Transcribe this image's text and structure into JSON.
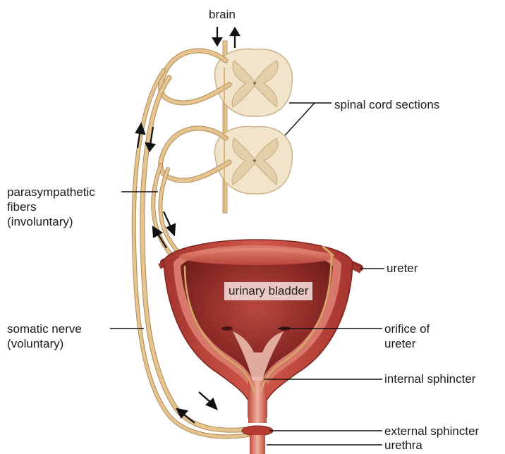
{
  "labels": {
    "brain": "brain",
    "spinal_cord_sections": "spinal cord sections",
    "parasympathetic": "parasympathetic\nfibers\n(involuntary)",
    "somatic": "somatic nerve\n(voluntary)",
    "ureter": "ureter",
    "urinary_bladder": "urinary\nbladder",
    "orifice_of_ureter": "orifice of\nureter",
    "internal_sphincter": "internal sphincter",
    "external_sphincter": "external sphincter",
    "urethra": "urethra"
  },
  "colors": {
    "nerve": "#e6c490",
    "nerve_outline": "#b08a55",
    "cord_white": "#f1e4ca",
    "cord_gray": "#e3cfa8",
    "bladder_outer": "#c2483d",
    "bladder_inner": "#8a2a26",
    "bladder_lining": "#b5554a",
    "muscle_light": "#e9a08f",
    "arrow": "#111111",
    "leader": "#111111"
  }
}
